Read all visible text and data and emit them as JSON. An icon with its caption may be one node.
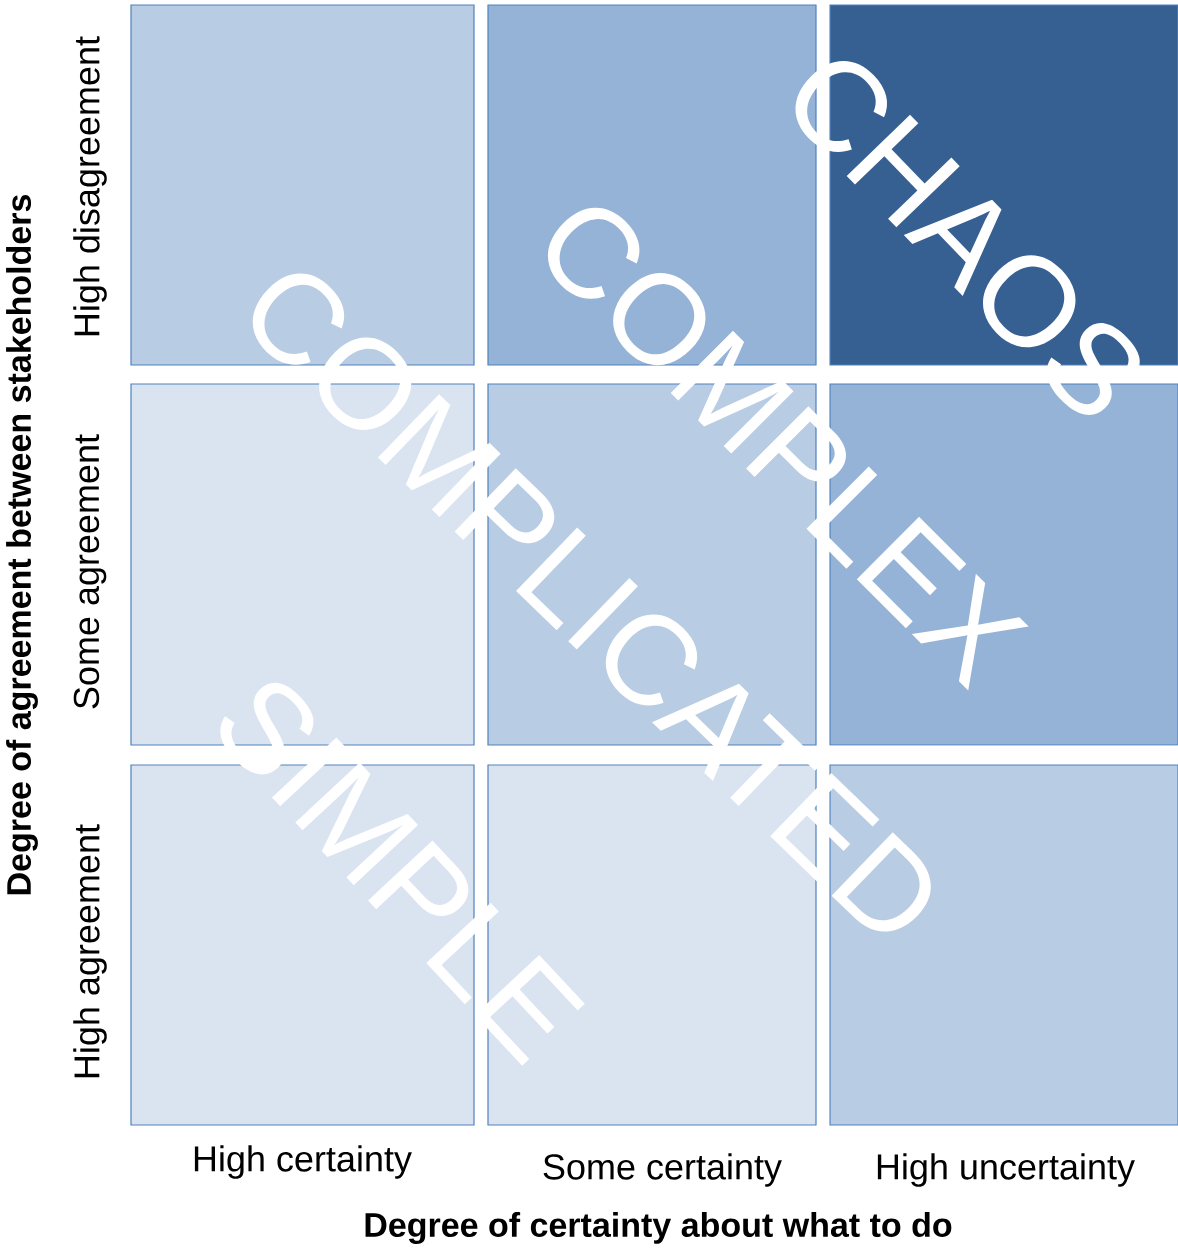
{
  "diagram": {
    "nodes": [
      {
        "text": [],
        "shape": "box"
      },
      {
        "text": [],
        "shape": "box"
      },
      {
        "text": [],
        "shape": "box"
      },
      {
        "text": [],
        "shape": "box"
      },
      {
        "text": [],
        "shape": "box"
      },
      {
        "text": [],
        "shape": "box"
      },
      {
        "text": [],
        "shape": "box"
      },
      {
        "text": [],
        "shape": "box"
      },
      {
        "text": [],
        "shape": "box"
      }
    ],
    "labels": [
      "CHAOS",
      "COMPLEX",
      "COMPLICATED",
      "SIMPLE",
      "Degree of agreement between stakeholders",
      "High disagreement",
      "Some agreement",
      "High agreement",
      "High certainty",
      "Some certainty",
      "High uncertainty",
      "Degree of certainty about what to do"
    ]
  }
}
